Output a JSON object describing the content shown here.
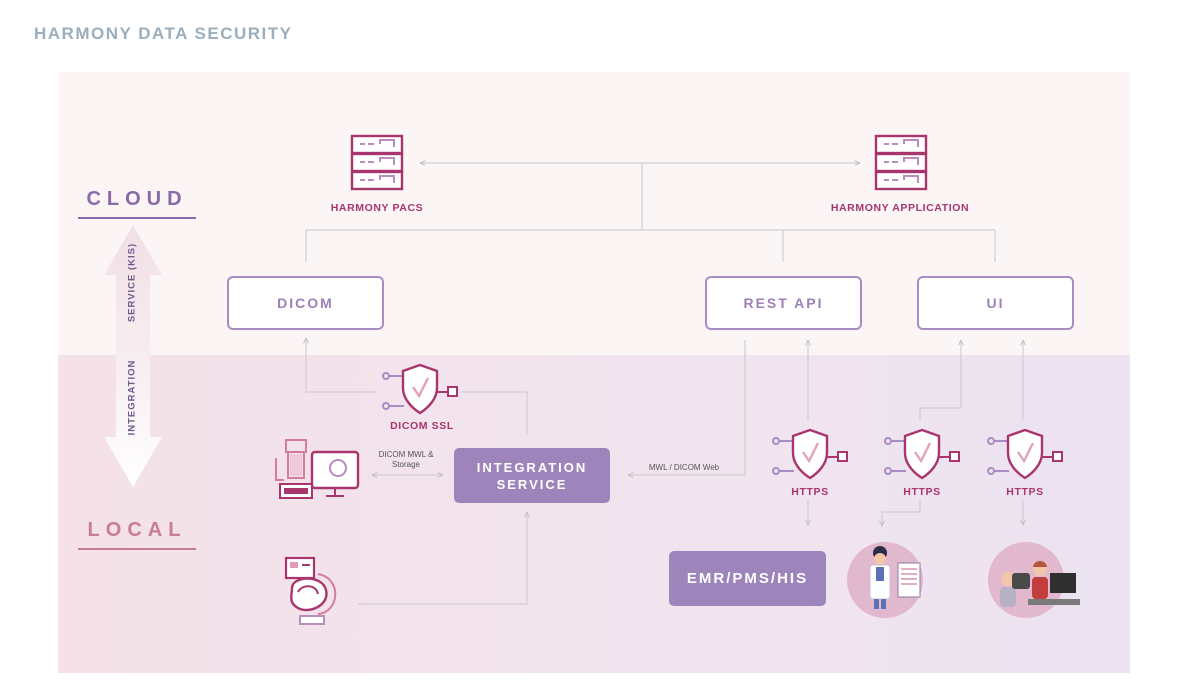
{
  "title": "HARMONY DATA SECURITY",
  "zones": {
    "cloud": "CLOUD",
    "local": "LOCAL"
  },
  "arrow": {
    "top_text": "SERVICE (KIS)",
    "bottom_text": "INTEGRATION"
  },
  "servers": {
    "pacs": "HARMONY PACS",
    "application": "HARMONY APPLICATION"
  },
  "cloud_boxes": {
    "dicom": "DICOM",
    "rest_api": "REST API",
    "ui": "UI"
  },
  "security": {
    "dicom_ssl": "DICOM SSL",
    "https_1": "HTTPS",
    "https_2": "HTTPS",
    "https_3": "HTTPS"
  },
  "integration": {
    "line1": "INTEGRATION",
    "line2": "SERVICE"
  },
  "emr": "EMR/PMS/HIS",
  "annotations": {
    "dicom_mwl_1": "DICOM MWL &",
    "dicom_mwl_2": "Storage",
    "mwl_web": "MWL / DICOM Web"
  },
  "colors": {
    "purple": "#9d85bc",
    "magenta": "#a8356e",
    "grey_blue": "#9aaebd",
    "pink": "#c77c98"
  }
}
